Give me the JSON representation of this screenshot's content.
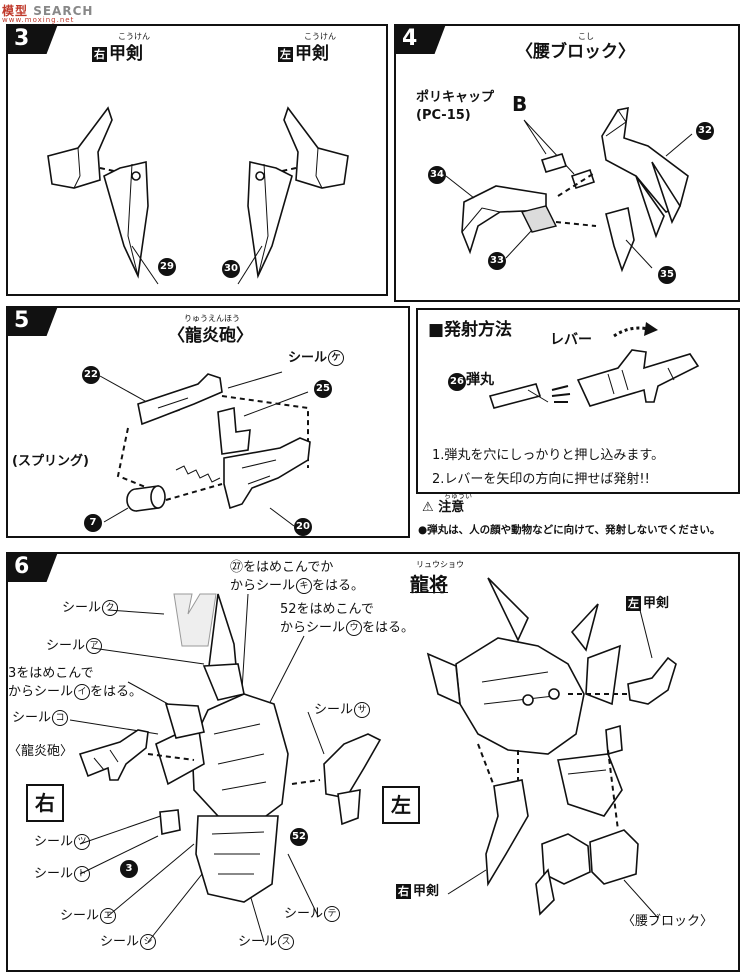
{
  "watermark": {
    "text_red": "模型",
    "text_gray": "SEARCH",
    "sub": "www.moxing.net"
  },
  "step3": {
    "number": "3",
    "right_label_box": "右",
    "right_label": "甲剣",
    "right_ruby": "こうけん",
    "left_label_box": "左",
    "left_label": "甲剣",
    "left_ruby": "こうけん",
    "part_right": "29",
    "part_left": "30"
  },
  "step4": {
    "number": "4",
    "title": "〈腰ブロック〉",
    "ruby": "こし",
    "polycap_label": "ポリキャップ",
    "polycap_code": "(PC-15)",
    "polycap_letter": "B",
    "parts": [
      "32",
      "34",
      "33",
      "35"
    ]
  },
  "step5": {
    "number": "5",
    "title": "〈龍炎砲〉",
    "ruby": "りゅうえんほう",
    "seal_label": "シール",
    "seal_char": "ケ",
    "spring_label": "(スプリング)",
    "parts": [
      "22",
      "25",
      "7",
      "20"
    ]
  },
  "launch": {
    "title": "■発射方法",
    "lever_label": "レバー",
    "bullet_num": "26",
    "bullet_label": "弾丸",
    "step1": "1.弾丸を穴にしっかりと押し込みます。",
    "step2": "2.レバーを矢印の方向に押せば発射!!",
    "caution_ruby": "ちゅうい",
    "caution_title": "注意",
    "caution_text": "●弾丸は、人の顔や動物などに向けて、発射しないでください。"
  },
  "step6": {
    "number": "6",
    "note_27": "㉗をはめこんでか",
    "note_27b": "からシール",
    "note_27_char": "キ",
    "note_27c": "をはる。",
    "note_52": "52をはめこんで",
    "note_52b": "からシール",
    "note_52_char": "ウ",
    "note_52c": "をはる。",
    "note_3": "3をはめこんで",
    "note_3b": "からシール",
    "note_3_char": "イ",
    "note_3c": "をはる。",
    "title": "龍将",
    "title_ruby": "リュウショウ",
    "seal": "シール",
    "seal_ku": "ク",
    "seal_a": "ア",
    "seal_ko": "コ",
    "seal_sa": "サ",
    "seal_tsu": "ツ",
    "seal_to": "ト",
    "seal_e": "エ",
    "seal_shi": "シ",
    "seal_su": "ス",
    "seal_te": "テ",
    "cannon": "〈龍炎砲〉",
    "right_box": "右",
    "left_box": "左",
    "left_sword_box": "左",
    "left_sword": "甲剣",
    "right_sword_box": "右",
    "right_sword": "甲剣",
    "waist": "〈腰ブロック〉",
    "part_3": "3",
    "part_52": "52"
  }
}
